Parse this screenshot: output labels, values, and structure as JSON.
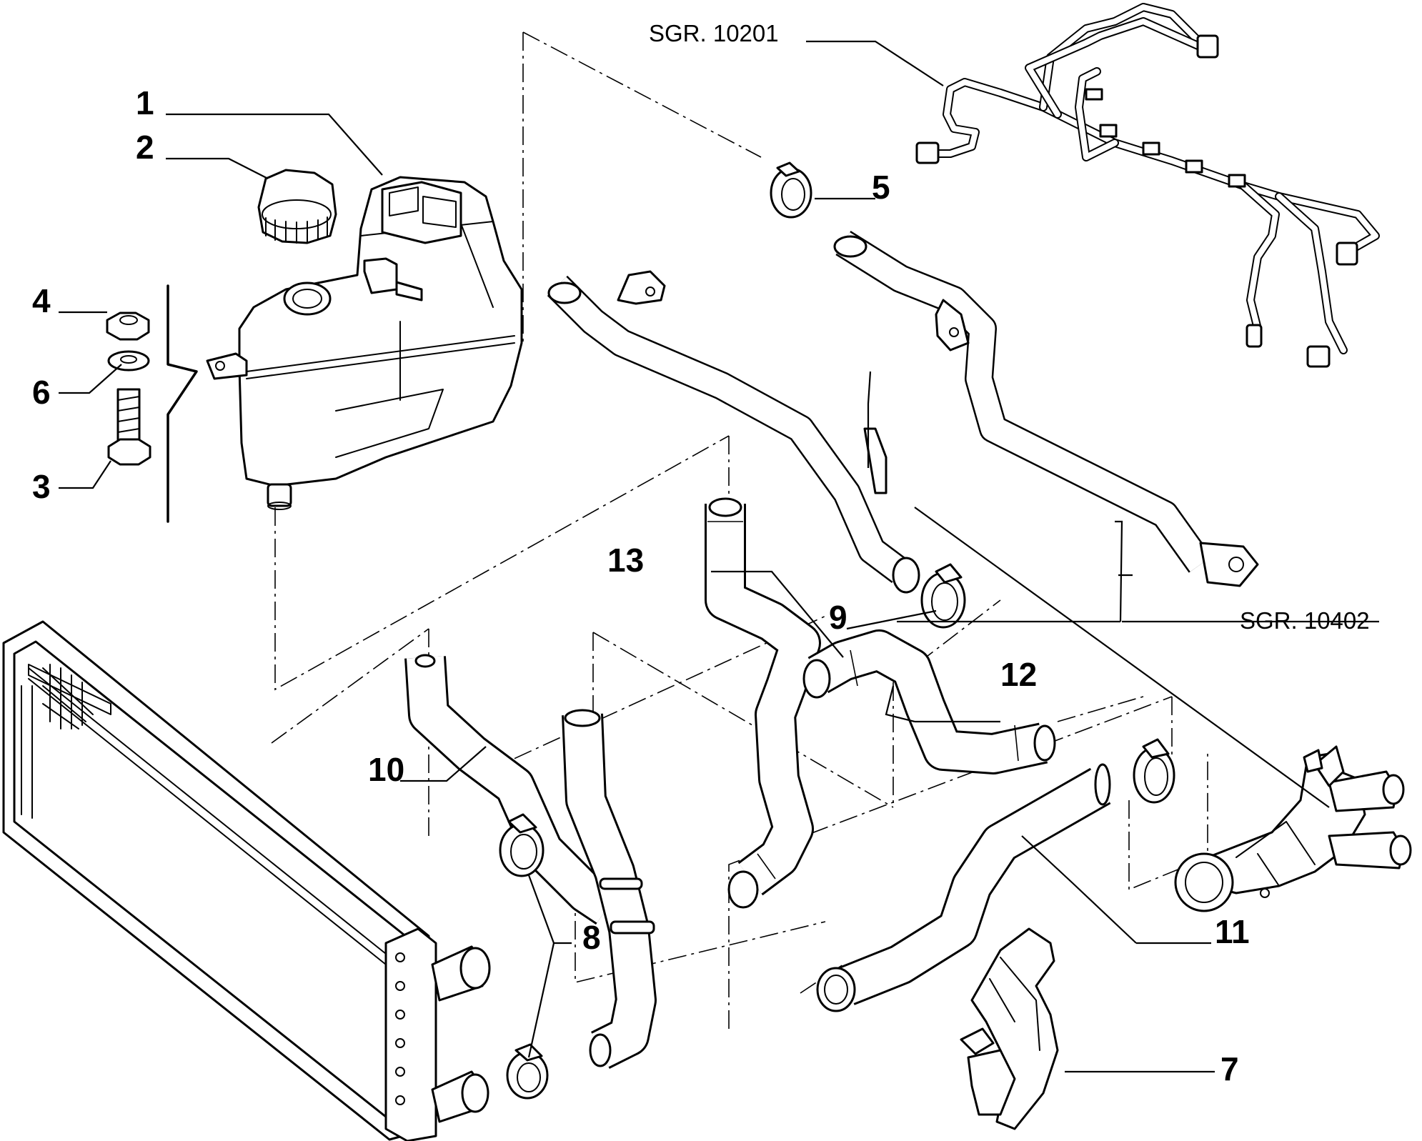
{
  "callouts": {
    "c1": "1",
    "c2": "2",
    "c3": "3",
    "c4": "4",
    "c5": "5",
    "c6": "6",
    "c7": "7",
    "c8": "8",
    "c9": "9",
    "c10": "10",
    "c11": "11",
    "c12": "12",
    "c13": "13"
  },
  "references": {
    "wiring_harness": "SGR. 10201",
    "engine_pipes": "SGR. 10402"
  }
}
